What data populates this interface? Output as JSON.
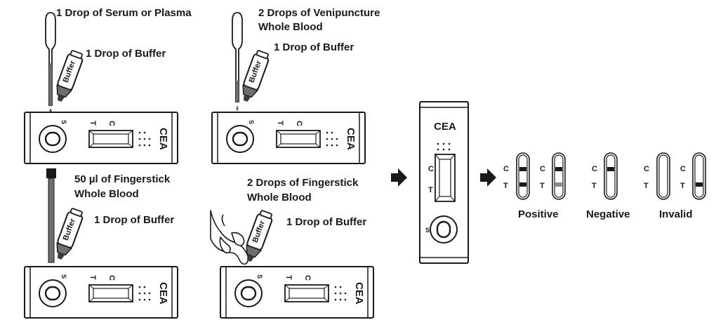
{
  "labels": {
    "panel1_drop_sample": "1 Drop of Serum or Plasma",
    "panel1_drop_buffer": "1 Drop of Buffer",
    "panel2_drop_sample_line1": "2 Drops of Venipuncture",
    "panel2_drop_sample_line2": "Whole Blood",
    "panel2_drop_buffer": "1 Drop of Buffer",
    "panel3_sample_line1": "50 µl of Fingerstick",
    "panel3_sample_line2": "Whole Blood",
    "panel3_drop_buffer": "1 Drop of Buffer",
    "panel4_sample_line1": "2 Drops of Fingerstick",
    "panel4_sample_line2": "Whole Blood",
    "panel4_drop_buffer": "1 Drop of Buffer"
  },
  "bottle_label": "Buffer",
  "cassette": {
    "analyte": "CEA",
    "control_mark": "C",
    "test_mark": "T",
    "sample_mark": "S"
  },
  "results": {
    "positive": "Positive",
    "negative": "Negative",
    "invalid": "Invalid"
  },
  "colors": {
    "ink": "#1a1a1a",
    "blood": "#6e6e6e",
    "faint_line": "#8a8a8a"
  }
}
